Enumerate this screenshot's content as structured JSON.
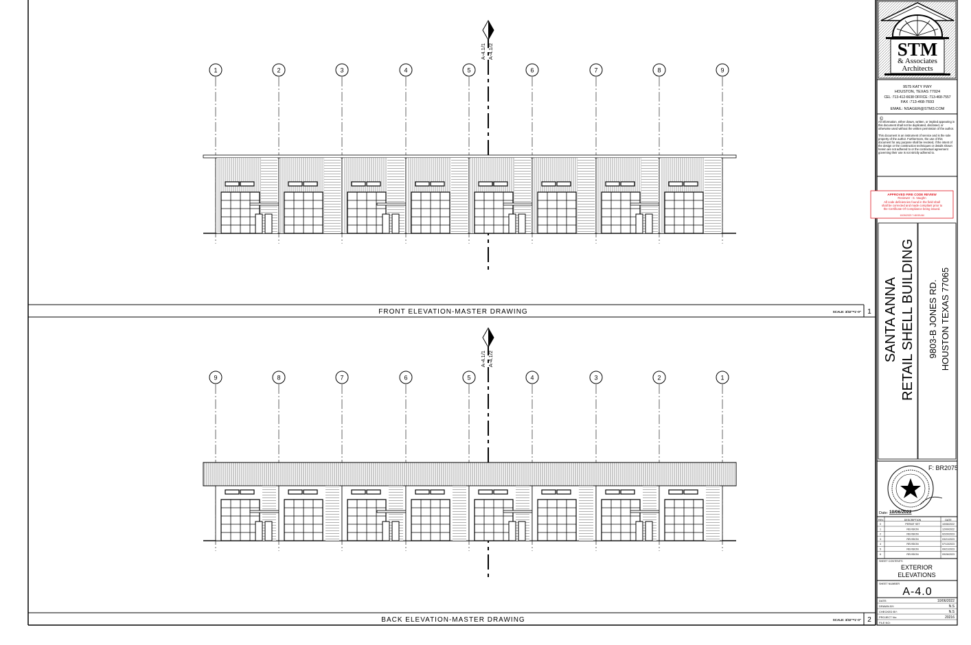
{
  "drawings": [
    {
      "title": "FRONT ELEVATION-MASTER DRAWING",
      "scale": "SCALE: 3/32\"=1'-0\"",
      "number": "1",
      "section_marks": [
        "A-4.1/1",
        "A-4.1/2"
      ],
      "gridlines": [
        "1",
        "2",
        "3",
        "4",
        "5",
        "6",
        "7",
        "8",
        "9"
      ]
    },
    {
      "title": "BACK ELEVATION-MASTER DRAWING",
      "scale": "SCALE: 3/32\"=1'-0\"",
      "number": "2",
      "section_marks": [
        "A-4.1/1",
        "A-4.1/2"
      ],
      "gridlines": [
        "9",
        "8",
        "7",
        "6",
        "5",
        "4",
        "3",
        "2",
        "1"
      ]
    }
  ],
  "title_block": {
    "firm": {
      "logo_main": "STM",
      "logo_sub1": "& Associates",
      "logo_sub2": "Architects",
      "address1": "9575 KATY FWY",
      "address2": "HOUSTON, TEXAS 77024",
      "phones": "CEL :713-412-6638  OFFICE :713-468-7557",
      "fax": "FAX :713-468-7693",
      "email": "EMAIL: NSAGER@STM3.COM"
    },
    "copyright_symbol": "©",
    "copyright_p1": "All information, either drawn, written, or implied appearing in this document shall not be duplicated, disclosed, or otherwise used without the written permission of the author.",
    "copyright_p2": "This document is an instrument of service and is the sole property of the author. Furthermore, the use of this document for any purpose shall be revoked, if the intent of the design or the construction techniques or details shown herein are not adhered to or the contractual agreement governing their use is not strictly adhered to.",
    "stamp": {
      "line1": "APPROVED FIRE CODE REVIEW",
      "line2": "Reviewer : S. Vaughn",
      "line3": "All code deficiencies found in the field shall",
      "line4": "shall be corrected and made compliant prior to",
      "line5": "the Certificate Of Compliance being issued.",
      "date": "10/26/2023 7:48:59 AM"
    },
    "project_name1": "SANTA ANNA",
    "project_name2": "RETAIL SHELL BUILDING",
    "project_addr1": "9803-B JONES RD.",
    "project_addr2": "HOUSTON TEXAS 77065",
    "firm_reg": "F: BR2075",
    "seal_date_label": "Date:",
    "seal_date": "10/06/2022",
    "rev_headers": [
      "REV.",
      "DESCRIPTION",
      "DATE"
    ],
    "revisions": [
      {
        "rev": "0",
        "desc": "PERMIT SET",
        "date": "10/06/2022"
      },
      {
        "rev": "1",
        "desc": "REVISION",
        "date": "12/09/2022"
      },
      {
        "rev": "2",
        "desc": "REVISION",
        "date": "02/20/2023"
      },
      {
        "rev": "3",
        "desc": "REVISION",
        "date": "03/21/2023"
      },
      {
        "rev": "4",
        "desc": "REVISION",
        "date": "07/13/2023"
      },
      {
        "rev": "5",
        "desc": "REVISION",
        "date": "09/21/2023"
      },
      {
        "rev": "6",
        "desc": "REVISION",
        "date": "09/26/2023"
      }
    ],
    "sheet_contents_label": "SHEET CONTENTS",
    "sheet_contents1": "EXTERIOR",
    "sheet_contents2": "ELEVATIONS",
    "sheet_number_label": "SHEET NUMBER",
    "sheet_number": "A-4.0",
    "info": [
      {
        "label": "DATE:",
        "value": "10/06/2022"
      },
      {
        "label": "DRAWN BY:",
        "value": "N.S"
      },
      {
        "label": "CHECKED BY:",
        "value": "N.S"
      },
      {
        "label": "PROJECT No:",
        "value": "20216"
      },
      {
        "label": "FILE NO:",
        "value": ""
      }
    ]
  }
}
